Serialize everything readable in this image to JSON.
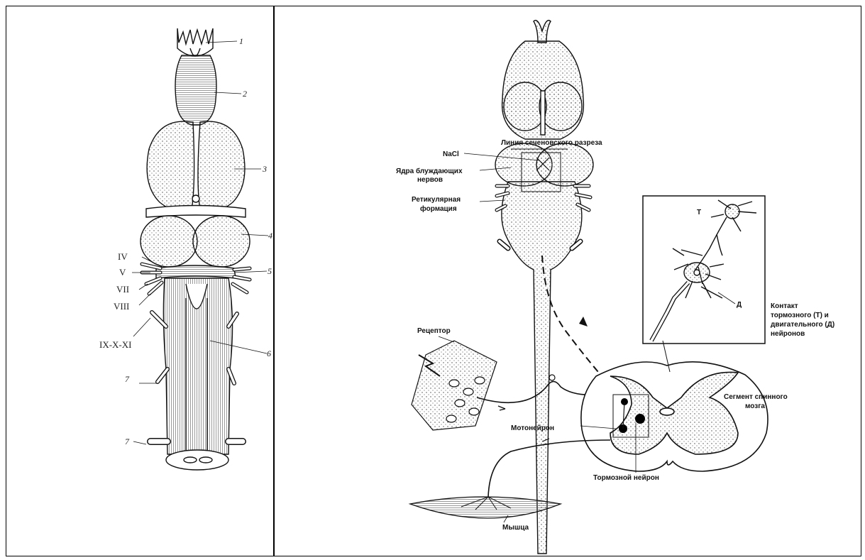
{
  "left_panel": {
    "number_labels": [
      "1",
      "2",
      "3",
      "4",
      "5",
      "6",
      "7",
      "7"
    ],
    "nerve_labels": [
      "IV",
      "V",
      "VII",
      "VIII",
      "IX-X-XI"
    ]
  },
  "right_panel": {
    "labels": {
      "sechenov_line": "Линия сеченовского разреза",
      "nacl": "NaCl",
      "vagus_nuclei_1": "Ядра блуждающих",
      "vagus_nuclei_2": "нервов",
      "reticular_1": "Ретикулярная",
      "reticular_2": "формация",
      "receptor": "Рецептор",
      "motoneuron": "Мотонейрон",
      "inhibitory_neuron": "Тормозной нейрон",
      "muscle": "Мышца",
      "segment_1": "Сегмент спинного",
      "segment_2": "мозга",
      "contact_1": "Контакт",
      "contact_2": "тормозного (Т) и",
      "contact_3": "двигательного (Д)",
      "contact_4": "нейронов",
      "t_letter": "Т",
      "d_letter": "Д"
    }
  }
}
